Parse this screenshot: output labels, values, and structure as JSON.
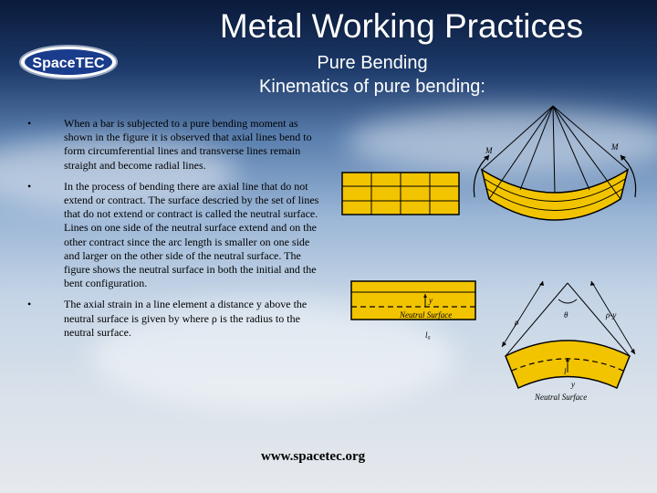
{
  "slide": {
    "title": "Metal Working Practices",
    "subtitle": "Pure Bending",
    "heading": "Kinematics of pure bending:",
    "logo_text": "SpaceTEC",
    "bullets": [
      "When a bar is subjected to a pure bending moment as shown in the figure it is observed that axial lines bend to form circumferential lines and transverse lines remain straight and become radial lines.",
      "In the process of bending there are axial line that do not extend or contract. The surface descried by the set of lines that do not extend or contract is called the neutral surface. Lines on one side of the neutral surface extend and on the other contract since the arc length is smaller on one side and larger on the other side of the neutral surface. The figure shows the neutral surface in both the initial and the bent configuration.",
      "The axial strain in a line element a distance y above the neutral surface is given by where ρ is the radius to the neutral surface."
    ],
    "bullet_marker": "•",
    "footer": "www.spacetec.org"
  },
  "figure_top": {
    "moment_left": "M",
    "moment_right": "M"
  },
  "figure_bottom": {
    "neutral_surface_label": "Neutral Surface",
    "y_label": "y",
    "l0_label": "l₀",
    "rho_label": "ρ",
    "theta_label": "θ",
    "rho_minus_y_label": "ρ-y",
    "l_label": "l",
    "y_label_bent": "y",
    "neutral_surface_label_bent": "Neutral Surface"
  },
  "colors": {
    "bar_fill": "#f2c400",
    "logo_blue": "#1a3c8c"
  }
}
